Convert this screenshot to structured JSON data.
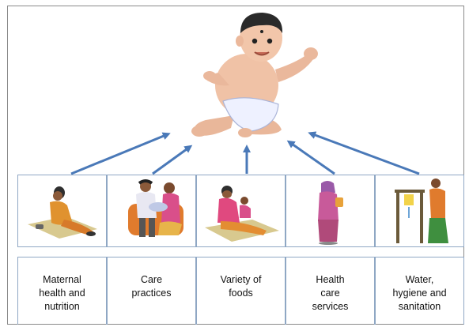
{
  "diagram": {
    "central_figure": "baby-figure",
    "connector_color": "#4a79b8",
    "determinants": [
      {
        "label": "Maternal\nhealth and\nnutrition",
        "illustration": "pregnant-woman-eating"
      },
      {
        "label": "Care\npractices",
        "illustration": "parents-holding-baby"
      },
      {
        "label": "Variety of\nfoods",
        "illustration": "mother-feeding-child"
      },
      {
        "label": "Health\ncare\nservices",
        "illustration": "health-worker-woman"
      },
      {
        "label": "Water,\nhygiene and\nsanitation",
        "illustration": "woman-handwashing-station"
      }
    ]
  }
}
